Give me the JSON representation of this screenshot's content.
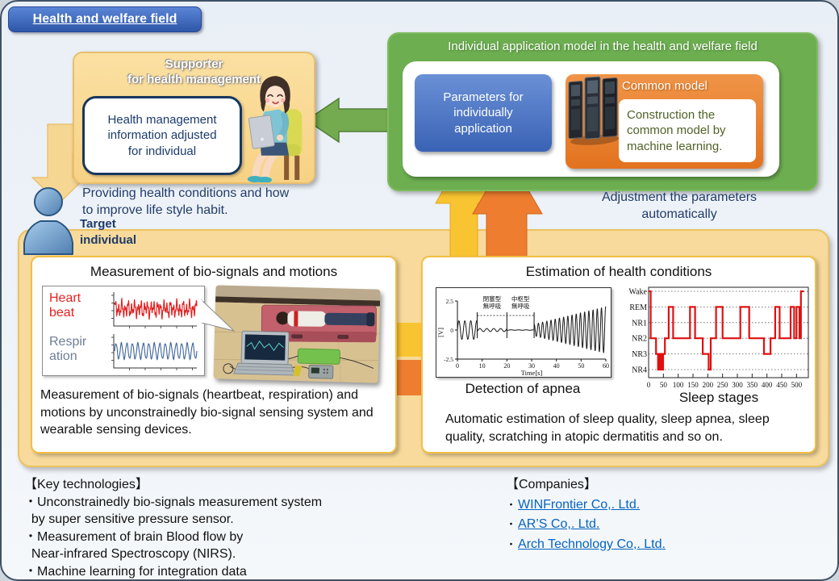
{
  "page": {
    "title": "Health and welfare field"
  },
  "supporter": {
    "title": "Supporter\nfor health management",
    "info_box": "Health management\ninformation adjusted\nfor individual",
    "providing_note": "Providing health conditions and how\nto improve life style habit."
  },
  "individual_model": {
    "title": "Individual application model in the health and welfare field",
    "parameters_box": "Parameters for\nindividually\napplication",
    "common_model_label": "Common model",
    "construction_note": "Construction the\ncommon model by\nmachine learning.",
    "adjustment_note": "Adjustment the parameters\nautomatically"
  },
  "target_individual": {
    "label": "Target\nindividual"
  },
  "measurement": {
    "title": "Measurement of bio-signals and motions",
    "heart_label": "Heart\nbeat",
    "respiration_label": "Respir\nation",
    "description": "Measurement of bio-signals (heartbeat, respiration) and\nmotions by unconstrainedly bio-signal sensing system and\nwearable sensing devices."
  },
  "estimation": {
    "title": "Estimation of health conditions",
    "apnea_caption": "Detection of apnea",
    "sleep_caption": "Sleep stages",
    "description": "Automatic estimation of sleep quality, sleep apnea, sleep\nquality, scratching in atopic dermatitis and so on."
  },
  "key_technologies": {
    "heading": "【Key technologies】",
    "items": [
      "・Unconstrainedly bio-signals measurement system\n  by super sensitive pressure sensor.",
      "・Measurement of brain Blood flow by\n  Near-infrared Spectroscopy (NIRS).",
      "・Machine learning for integration data"
    ]
  },
  "companies": {
    "heading": "【Companies】",
    "bullet": "・",
    "links": [
      "WINFrontier Co,. Ltd.",
      "AR’S Co,. Ltd.",
      "Arch Technology Co,. Ltd."
    ]
  },
  "colors": {
    "badge_blue": "#3a66b8",
    "green": "#6cae50",
    "orange": "#e8802b",
    "gold_arrow": "#f9c431",
    "orange_arrow": "#ee7d2f",
    "tan_panel": "#f7da9c",
    "navy_text": "#1f3a68",
    "link_blue": "#0563c1",
    "heart_red": "#e82020",
    "respiration_blue": "#3e649c",
    "sleep_red": "#e01010"
  },
  "chart_data": [
    {
      "name": "heartbeat_wave",
      "type": "line",
      "title": "Heart beat",
      "color": "#e02020",
      "xlim": [
        0,
        60
      ],
      "ylim": [
        -1,
        1
      ],
      "wave": {
        "kind": "heartbeat",
        "amp": 0.85
      }
    },
    {
      "name": "respiration_wave",
      "type": "line",
      "title": "Respiration",
      "color": "#3e649c",
      "xlim": [
        0,
        60
      ],
      "ylim": [
        -1,
        1
      ],
      "wave": {
        "kind": "breath",
        "amp": 0.6,
        "cycles": 15
      }
    },
    {
      "name": "apnea",
      "type": "line",
      "title": "Detection of apnea",
      "xlabel": "Time[s]",
      "ylabel": "[V]",
      "xticks": [
        0,
        10,
        20,
        30,
        40,
        50,
        60
      ],
      "yticks": [
        2.5,
        0,
        -2.5
      ],
      "ylim": [
        -2.5,
        2.5
      ],
      "xlim": [
        0,
        60
      ],
      "annotations": [
        {
          "text": "閉塞型\n無呼吸",
          "x": 14
        },
        {
          "text": "中枢型\n無呼吸",
          "x": 25.5
        }
      ],
      "markers_x": [
        8,
        20,
        31
      ],
      "segments": [
        {
          "from": 0,
          "to": 8,
          "amp0": 0.8,
          "amp1": 0.8,
          "period": 2.4
        },
        {
          "from": 8,
          "to": 20,
          "amp0": 0.13,
          "amp1": 0.13,
          "period": 2.8
        },
        {
          "from": 20,
          "to": 31,
          "amp0": 0.015,
          "amp1": 0.015,
          "period": 3
        },
        {
          "from": 31,
          "to": 60,
          "amp0": 0.5,
          "amp1": 2.0,
          "period": 1.7
        }
      ],
      "color": "#1a1a1a"
    },
    {
      "name": "sleep_stages",
      "type": "step",
      "title": "Sleep stages",
      "stages": [
        "Wake",
        "REM",
        "NR1",
        "NR2",
        "NR3",
        "NR4"
      ],
      "xticks": [
        0,
        50,
        100,
        150,
        200,
        250,
        300,
        350,
        400,
        450,
        500
      ],
      "xlim": [
        0,
        540
      ],
      "color": "#e01010",
      "series": [
        [
          0,
          0
        ],
        [
          7,
          0
        ],
        [
          7,
          3
        ],
        [
          25,
          3
        ],
        [
          25,
          4
        ],
        [
          32,
          4
        ],
        [
          32,
          5
        ],
        [
          38,
          5
        ],
        [
          38,
          4
        ],
        [
          43,
          4
        ],
        [
          43,
          5
        ],
        [
          49,
          5
        ],
        [
          49,
          4
        ],
        [
          55,
          4
        ],
        [
          55,
          3
        ],
        [
          68,
          3
        ],
        [
          68,
          1
        ],
        [
          83,
          1
        ],
        [
          83,
          3
        ],
        [
          140,
          3
        ],
        [
          140,
          1
        ],
        [
          157,
          1
        ],
        [
          157,
          3
        ],
        [
          183,
          3
        ],
        [
          183,
          4
        ],
        [
          203,
          4
        ],
        [
          203,
          5
        ],
        [
          210,
          5
        ],
        [
          210,
          3
        ],
        [
          228,
          3
        ],
        [
          228,
          1
        ],
        [
          250,
          1
        ],
        [
          250,
          3
        ],
        [
          310,
          3
        ],
        [
          310,
          1
        ],
        [
          340,
          1
        ],
        [
          340,
          3
        ],
        [
          390,
          3
        ],
        [
          390,
          4
        ],
        [
          412,
          4
        ],
        [
          412,
          3
        ],
        [
          428,
          3
        ],
        [
          428,
          1
        ],
        [
          443,
          1
        ],
        [
          443,
          3
        ],
        [
          480,
          3
        ],
        [
          480,
          1
        ],
        [
          492,
          1
        ],
        [
          492,
          3
        ],
        [
          500,
          3
        ],
        [
          500,
          1
        ],
        [
          510,
          1
        ],
        [
          510,
          3
        ],
        [
          515,
          3
        ],
        [
          515,
          0
        ],
        [
          525,
          0
        ]
      ]
    }
  ]
}
